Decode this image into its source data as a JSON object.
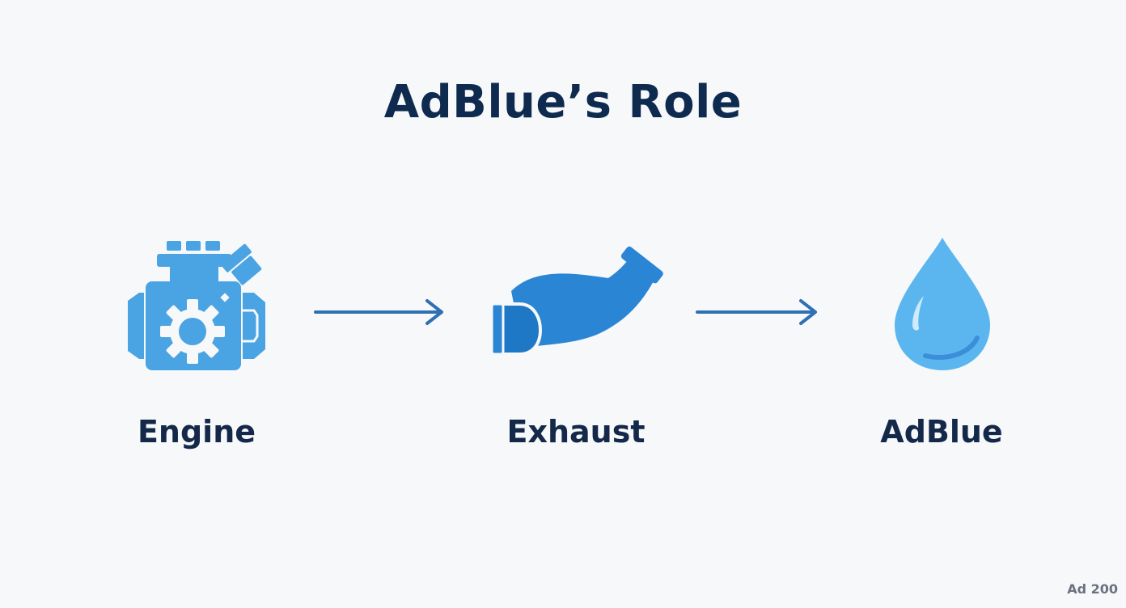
{
  "title": "AdBlue’s Role",
  "steps": [
    {
      "label": "Engine",
      "icon": "engine-icon"
    },
    {
      "label": "Exhaust",
      "icon": "exhaust-pipe-icon"
    },
    {
      "label": "AdBlue",
      "icon": "droplet-icon"
    }
  ],
  "watermark": "Ad 200",
  "colors": {
    "title": "#0e2a4f",
    "label": "#14294a",
    "engine": "#4aa3e2",
    "exhaust": "#2a86d4",
    "droplet": "#5bb6ef",
    "arrow": "#2f6fb3",
    "background": "#f7f8fa"
  }
}
